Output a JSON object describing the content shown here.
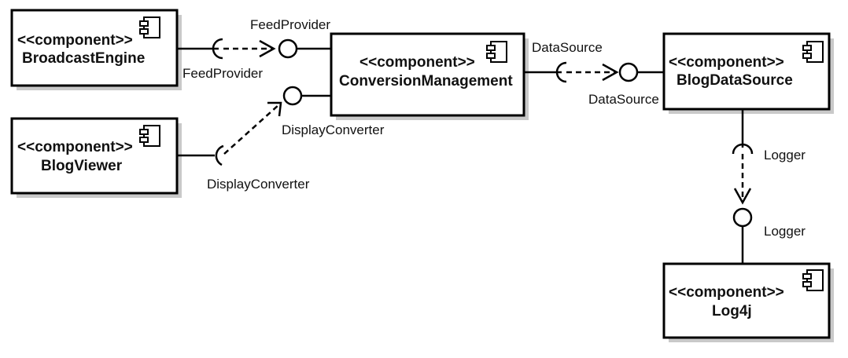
{
  "stereotype": "<<component>>",
  "components": {
    "broadcast_engine": "BroadcastEngine",
    "blog_viewer": "BlogViewer",
    "conversion_management": "ConversionManagement",
    "blog_data_source": "BlogDataSource",
    "log4j": "Log4j"
  },
  "interfaces": {
    "feed_provider_provided": "FeedProvider",
    "feed_provider_required": "FeedProvider",
    "display_converter_provided": "DisplayConverter",
    "display_converter_required": "DisplayConverter",
    "data_source_required": "DataSource",
    "data_source_provided": "DataSource",
    "logger_required": "Logger",
    "logger_provided": "Logger"
  }
}
